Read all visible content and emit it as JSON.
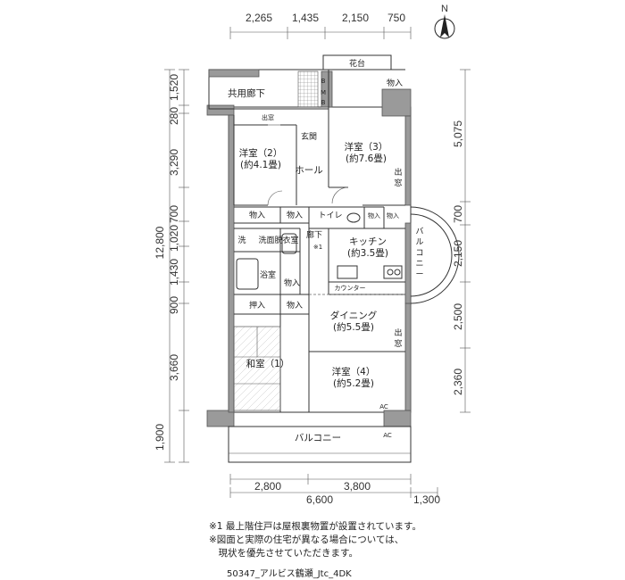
{
  "dims": {
    "top": [
      "2,265",
      "1,435",
      "2,150",
      "750"
    ],
    "bottom_row1": [
      "2,800",
      "3,800"
    ],
    "bottom_row2": [
      "6,600",
      "1,300"
    ],
    "left": [
      "1,520",
      "280",
      "3,290",
      "700",
      "1,020",
      "1,430",
      "900",
      "3,660",
      "1,900"
    ],
    "left_total": "12,800",
    "right": [
      "5,075",
      "700",
      "2,150",
      "2,500",
      "2,360"
    ]
  },
  "compass": "N",
  "labels": {
    "flower_bed": "花台",
    "corridor": "共用廊下",
    "storage_top": "物入",
    "mb1": "B",
    "mb2": "M",
    "mb3": "B",
    "bay_window_top": "出窓",
    "entrance": "玄関",
    "hall": "ホール",
    "western2_name": "洋室（2）",
    "western2_size": "(約4.1畳)",
    "western3_name": "洋室（3）",
    "western3_size": "(約7.6畳)",
    "bay_window_right": "出\n窓",
    "storage_a": "物入",
    "storage_b": "物入",
    "toilet": "トイレ",
    "storage_c": "物入",
    "storage_d": "物入",
    "balcony_side": "バルコニー",
    "wash": "洗",
    "dressing": "洗面脱衣室",
    "hallway": "廊下",
    "note_mark": "※1",
    "kitchen_name": "キッチン",
    "kitchen_size": "(約3.5畳)",
    "bath": "浴室",
    "storage_e": "物入",
    "counter": "カウンター",
    "closet": "押入",
    "storage_f": "物入",
    "dining_name": "ダイニング",
    "dining_size": "(約5.5畳)",
    "bay_window_mid": "出\n窓",
    "japanese": "和室（1）",
    "western4_name": "洋室（4）",
    "western4_size": "(約5.2畳)",
    "ac1": "AC",
    "ac2": "AC",
    "balcony_bottom": "バルコニー"
  },
  "notes": [
    "※1  最上階住戸は屋根裏物置が設置されています。",
    "※図面と実際の住宅が異なる場合については、",
    "　現状を優先させていただきます。"
  ],
  "code": "50347_アルビス鶴瀬_Jtc_4DK"
}
